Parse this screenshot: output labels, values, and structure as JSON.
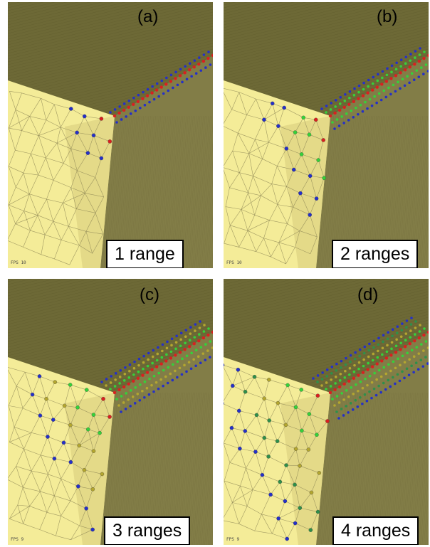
{
  "panels": [
    {
      "letter": "(a)",
      "caption": "1 range",
      "fps": "FPS 10",
      "ranges": 1
    },
    {
      "letter": "(b)",
      "caption": "2 ranges",
      "fps": "FPS 10",
      "ranges": 2
    },
    {
      "letter": "(c)",
      "caption": "3 ranges",
      "fps": "FPS 9",
      "ranges": 3
    },
    {
      "letter": "(d)",
      "caption": "4 ranges",
      "fps": "FPS 9",
      "ranges": 4
    }
  ],
  "colors": {
    "top_face": "#6d6936",
    "side_face": "#827d47",
    "front_face": "#f4ec98",
    "front_shade": "#ddd382",
    "mesh_line": "#8d8655",
    "range_1": "#d92020",
    "range_2": "#35d13a",
    "range_3": "#b3a630",
    "range_4": "#2f8f4a",
    "outer": "#2530c8"
  }
}
